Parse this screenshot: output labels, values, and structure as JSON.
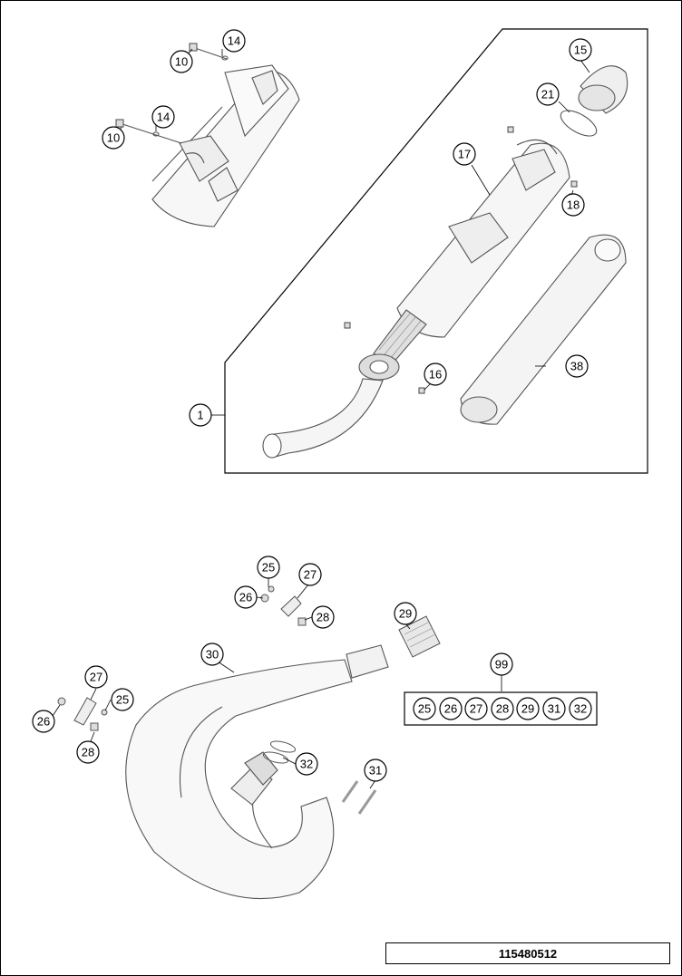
{
  "drawing": {
    "document_number": "115480512"
  },
  "callouts": {
    "c10a": "10",
    "c14a": "14",
    "c10b": "10",
    "c14b": "14",
    "c15": "15",
    "c21": "21",
    "c17": "17",
    "c18": "18",
    "c1": "1",
    "c16": "16",
    "c38": "38",
    "c25a": "25",
    "c27a": "27",
    "c26a": "26",
    "c28a": "28",
    "c29": "29",
    "c30": "30",
    "c27b": "27",
    "c25b": "25",
    "c26b": "26",
    "c28b": "28",
    "c32": "32",
    "c31": "31",
    "c99": "99"
  },
  "kit_99_parts": [
    "25",
    "26",
    "27",
    "28",
    "29",
    "31",
    "32"
  ]
}
